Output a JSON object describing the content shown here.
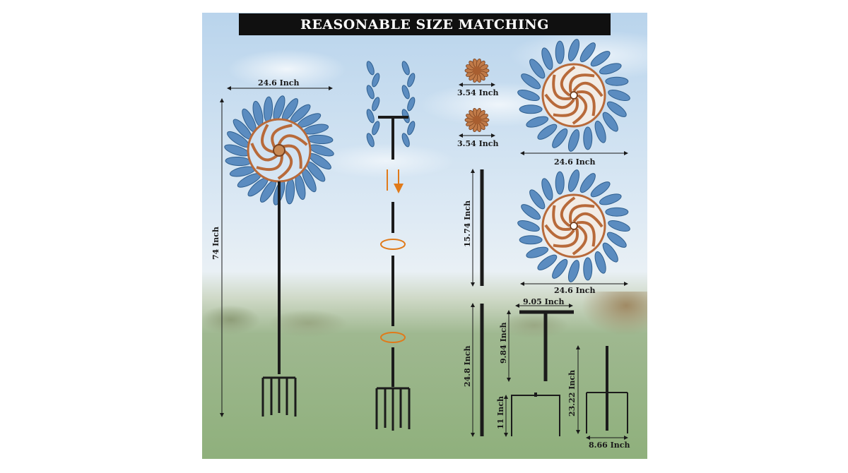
{
  "title": "REASONABLE SIZE MATCHING",
  "dimensions": {
    "spinner_width": "24.6 Inch",
    "total_height": "74 Inch",
    "small_spinner_1": "3.54 Inch",
    "small_spinner_2": "3.54 Inch",
    "top_spinner_width": "24.6 Inch",
    "bottom_spinner_width": "24.6 Inch",
    "upper_pole": "15.74 Inch",
    "lower_pole": "24.8 Inch",
    "t_bar_width": "9.05 Inch",
    "t_bar_height": "9.84 Inch",
    "stake_bracket_height": "11 Inch",
    "stake_height": "23.22 Inch",
    "stake_width": "8.66 Inch"
  },
  "colors": {
    "title_bg": "#101010",
    "blade_blue": "#5b8cc0",
    "copper": "#b86a3a",
    "pole": "#1b1b1b",
    "arrow_orange": "#e07a1a"
  }
}
